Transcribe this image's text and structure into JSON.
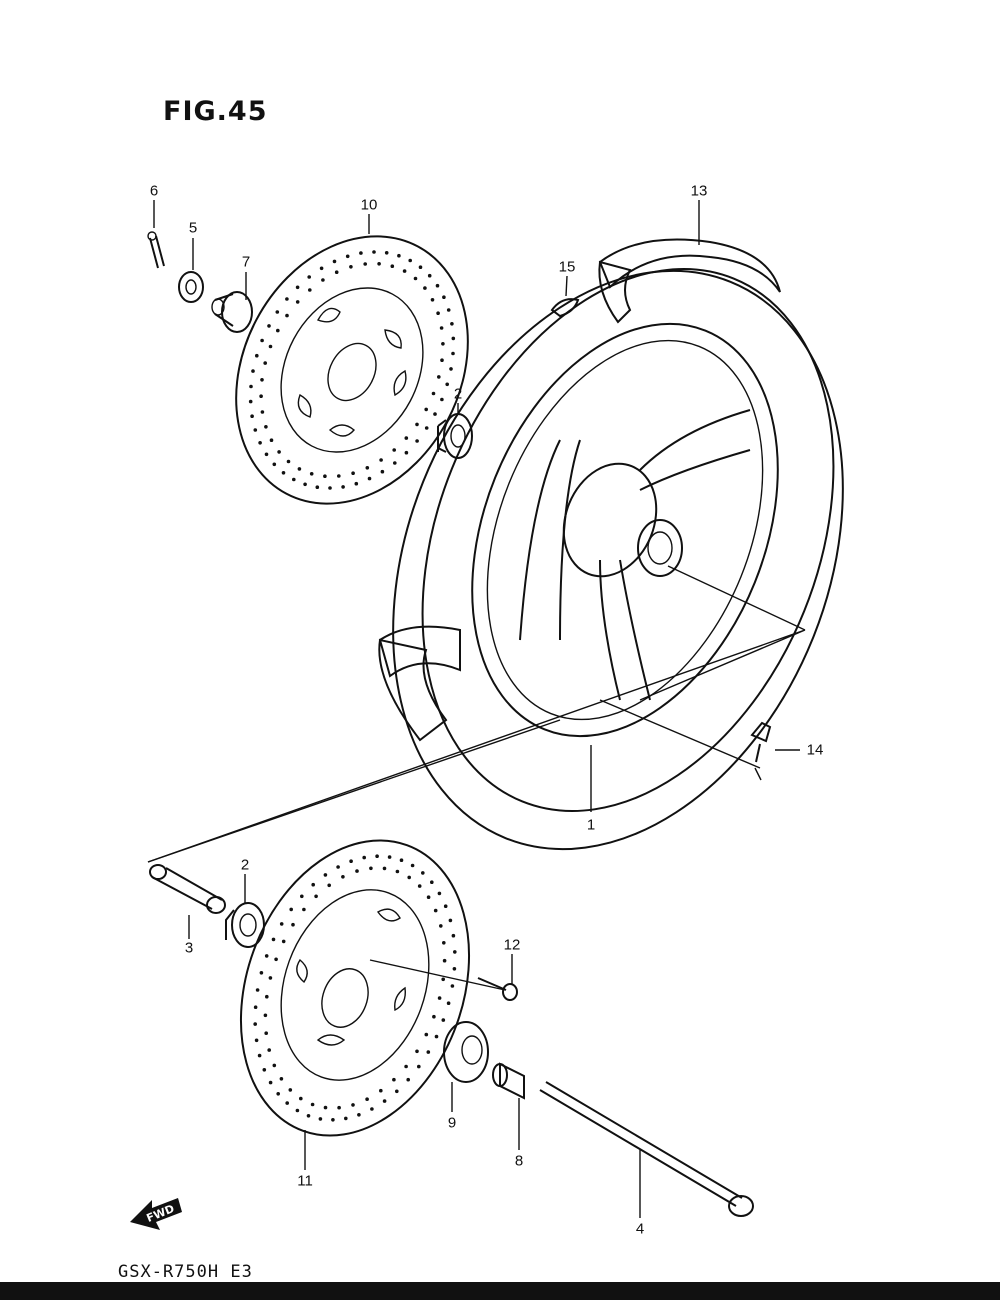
{
  "figure": {
    "title": "FIG.45",
    "model_code": "GSX-R750H E3",
    "fwd_label": "FWD"
  },
  "callouts": [
    {
      "id": "part-1",
      "text": "1"
    },
    {
      "id": "part-2-upper",
      "text": "2"
    },
    {
      "id": "part-2-lower",
      "text": "2"
    },
    {
      "id": "part-3",
      "text": "3"
    },
    {
      "id": "part-4",
      "text": "4"
    },
    {
      "id": "part-5",
      "text": "5"
    },
    {
      "id": "part-6",
      "text": "6"
    },
    {
      "id": "part-7",
      "text": "7"
    },
    {
      "id": "part-8",
      "text": "8"
    },
    {
      "id": "part-9",
      "text": "9"
    },
    {
      "id": "part-10",
      "text": "10"
    },
    {
      "id": "part-11",
      "text": "11"
    },
    {
      "id": "part-12",
      "text": "12"
    },
    {
      "id": "part-13",
      "text": "13"
    },
    {
      "id": "part-14",
      "text": "14"
    },
    {
      "id": "part-15",
      "text": "15"
    }
  ]
}
